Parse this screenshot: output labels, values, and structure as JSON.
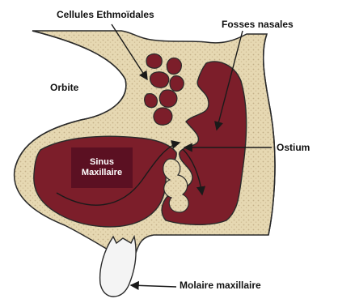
{
  "labels": {
    "ethmoid": "Cellules Ethmoïdales",
    "nasal": "Fosses nasales",
    "orbit": "Orbite",
    "ostium": "Ostium",
    "sinus": "Sinus Maxillaire",
    "molar": "Molaire maxillaire"
  },
  "colors": {
    "bone": "#e6d8b2",
    "bone_dots": "#c4b089",
    "cavity": "#7c1e2a",
    "cavity_shadow": "#5a1019",
    "sinus_box": "#5b1022",
    "outline": "#2a2a2a",
    "tooth": "#f4f4f4"
  }
}
